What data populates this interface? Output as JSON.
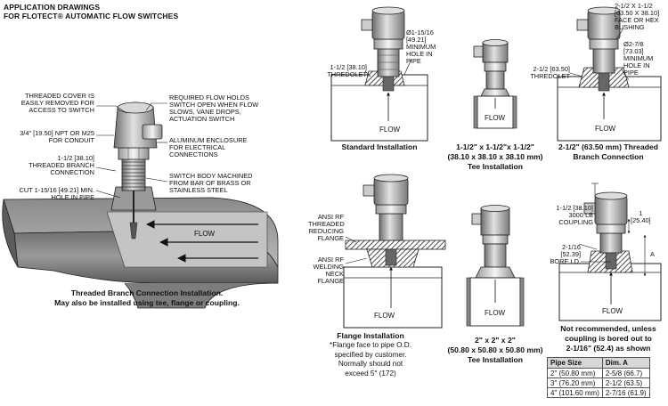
{
  "header": {
    "title": "APPLICATION DRAWINGS",
    "subtitle": "FOR FLOTECT® AUTOMATIC FLOW SWITCHES"
  },
  "main_drawing": {
    "labels": {
      "threaded_cover": "THREADED COVER IS\nEASILY REMOVED FOR\nACCESS TO SWITCH",
      "npt": "3/4\" [19.50] NPT OR M25\nFOR CONDUIT",
      "branch": "1-1/2 [38.10]\nTHREADED BRANCH\nCONNECTION",
      "cut": "CUT 1-15/16 [49.21] MIN.\nHOLE IN PIPE",
      "required_flow": "REQUIRED FLOW HOLDS\nSWITCH OPEN WHEN FLOW\nSLOWS, VANE DROPS,\nACTUATION SWITCH",
      "enclosure": "ALUMINUM ENCLOSURE\nFOR ELECTRICAL\nCONNECTIONS",
      "body": "SWITCH BODY MACHINED\nFROM BAR OF BRASS OR\nSTAINLESS STEEL",
      "flow": "FLOW"
    },
    "caption": "Threaded Branch Connection Installation.\nMay also be installed using tee, flange or coupling."
  },
  "standard": {
    "label_hole": "Ø1-15/16\n[49.21]\nMINIMUM\nHOLE IN\nPIPE",
    "label_thredolet": "1-1/2 [38.10]\nTHREDOLET",
    "flow": "FLOW",
    "caption": "Standard Installation"
  },
  "tee_small": {
    "flow": "FLOW",
    "caption": "1-1/2\" x 1-1/2\"x 1-1/2\"\n(38.10 x 38.10 x 38.10 mm)\nTee Installation"
  },
  "threaded_branch": {
    "label_face": "2-1/2 X 1-1/2\n[63.50 X 38.10]\nFACE OR HEX\nBUSHING",
    "label_hole": "Ø2-7/8\n[73.03]\nMINIMUM\nHOLE IN\nPIPE",
    "label_thredolet": "2-1/2 [63.50]\nTHREDOLET",
    "flow": "FLOW",
    "caption": "2-1/2\" (63.50 mm) Threaded\nBranch Connection"
  },
  "flange": {
    "label_reducing": "ANSI RF\nTHREADED\nREDUCING\nFLANGE",
    "label_welding": "ANSI RF\nWELDING\nNECK\nFLANGE",
    "flow": "FLOW",
    "caption": "Flange Installation",
    "note": "*Flange face to pipe O.D.\nspecified by customer.\nNormally should not\nexceed 5\" (172)"
  },
  "tee_large": {
    "flow": "FLOW",
    "caption": "2\" x 2\" x 2\"\n(50.80 x 50.80 x 50.80 mm)\nTee Installation"
  },
  "coupling": {
    "label_coupling": "1-1/2 [38.10]\n3000 LB\nCOUPLING",
    "label_bore": "2-1/16\n[52.39]\nBORE I.D.",
    "label_one": "1\n[25.40]",
    "label_a": "A",
    "flow": "FLOW",
    "caption": "Not recommended, unless\ncoupling is bored out to\n2-1/16\" (52.4) as shown"
  },
  "dim_table": {
    "headers": [
      "Pipe Size",
      "Dim. A"
    ],
    "rows": [
      [
        "2\" (50.80 mm)",
        "2-5/8 (66.7)"
      ],
      [
        "3\" (76.20 mm)",
        "2-1/2 (63.5)"
      ],
      [
        "4\" (101.60 mm)",
        "2-7/16 (61.9)"
      ]
    ]
  }
}
